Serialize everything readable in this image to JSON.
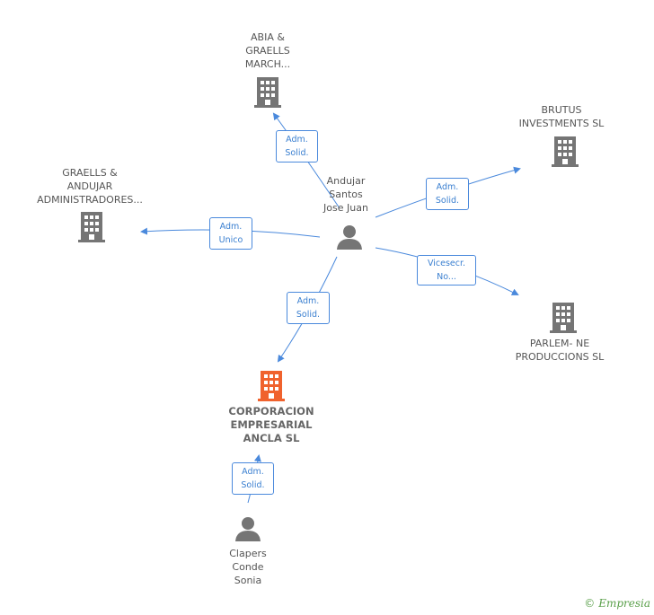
{
  "nodes": {
    "abia": {
      "label": "ABIA &\nGRAELLS\nMARCH..."
    },
    "brutus": {
      "label": "BRUTUS\nINVESTMENTS SL"
    },
    "graells": {
      "label": "GRAELLS &\nANDUJAR\nADMINISTRADORES..."
    },
    "andujar": {
      "label": "Andujar\nSantos\nJose Juan"
    },
    "parlem": {
      "label": "PARLEM- NE\nPRODUCCIONS SL"
    },
    "corporacion": {
      "label": "CORPORACION\nEMPRESARIAL\nANCLA SL"
    },
    "clapers": {
      "label": "Clapers\nConde\nSonia"
    }
  },
  "edges": {
    "to_abia": "Adm.\nSolid.",
    "to_brutus": "Adm.\nSolid.",
    "to_graells": "Adm.\nUnico",
    "to_parlem": "Vicesecr.\nNo...",
    "to_corporacion": "Adm.\nSolid.",
    "clapers_to_corporacion": "Adm.\nSolid."
  },
  "colors": {
    "line": "#4a89dc",
    "building": "#757575",
    "building_main": "#f0622d",
    "person": "#757575"
  },
  "footer": {
    "copyright": "©",
    "brand": "Empresia"
  }
}
